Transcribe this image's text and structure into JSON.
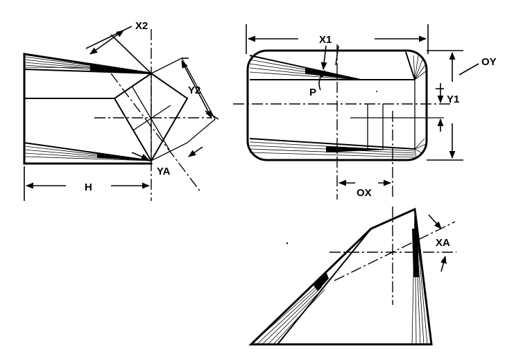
{
  "labels": {
    "x2": "X2",
    "y2": "Y2",
    "h": "H",
    "ya": "YA",
    "x1": "X1",
    "p": "P",
    "oy": "OY",
    "y1": "Y1",
    "ox": "OX",
    "xa": "XA"
  }
}
